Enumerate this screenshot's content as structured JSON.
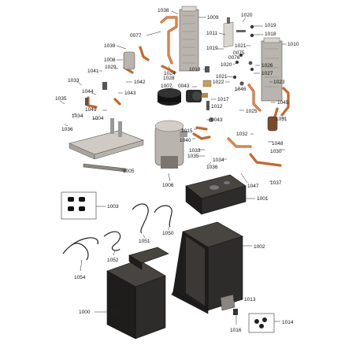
{
  "diagram": {
    "parts": {
      "p1000": "1000",
      "p1002": "1002",
      "p1001": "1001",
      "p1003": "1003",
      "p1004": "1004",
      "p1005": "1005",
      "p1006": "1006",
      "p1007": "1007",
      "p1008": "1008",
      "p1009": "1009",
      "p1010": "1010",
      "p1011": "1011",
      "p1012": "1012",
      "p1013": "1013",
      "p1014": "1014",
      "p1015": "1015",
      "p1016": "1016",
      "p1017": "1017",
      "p1018a": "1018",
      "p1018b": "1018",
      "p1019a": "1019",
      "p1019b": "1019",
      "p1020a": "1020",
      "p1020b": "1020",
      "p1021a": "1021",
      "p1021b": "1021",
      "p1022": "1022",
      "p1023": "1023",
      "p1024": "1024",
      "p1025": "1025",
      "p1026": "1026",
      "p1027": "1027",
      "p1028": "1028",
      "p1029": "1029",
      "p1030": "1030",
      "p1031": "1031",
      "p1032": "1032",
      "p1033a": "1033",
      "p1033b": "1033",
      "p1034a": "1034",
      "p1034b": "1034",
      "p1035a": "1035",
      "p1035b": "1035",
      "p1036a": "1036",
      "p1036b": "1036",
      "p1037": "1037",
      "p1038": "1038",
      "p1039": "1039",
      "p1040": "1040",
      "p1041": "1041",
      "p1042": "1042",
      "p1043": "1043",
      "p1044": "1044",
      "p1045": "1045",
      "p1046": "1046",
      "p1047": "1047",
      "p1048": "1048",
      "p1049": "1049",
      "p1050": "1050",
      "p1051": "1051",
      "p1052": "1052",
      "p1054": "1054",
      "p0043a": "0043",
      "p0043b": "0043",
      "p0075": "0075",
      "p0076": "0076",
      "p0077": "0077"
    }
  }
}
